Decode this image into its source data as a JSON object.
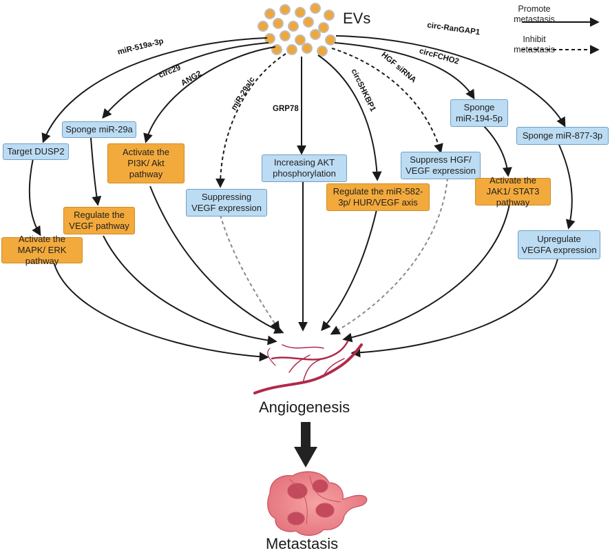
{
  "source_label": "EVs",
  "target_label": "Angiogenesis",
  "outcome_label": "Metastasis",
  "legend": {
    "promote": "Promote metastasis",
    "inhibit": "Inhibit metastasis"
  },
  "colors": {
    "blue_box": "#bcdcf3",
    "orange_box": "#f3aa3c",
    "ev_dot": "#f0a73a",
    "vessel": "#b02a4a",
    "cell": "#e8747c"
  },
  "pathways": [
    {
      "molecule": "miR-519a-3p",
      "steps": [
        "Target DUSP2",
        "Activate the MAPK/ ERK pathway"
      ],
      "effect": "promote"
    },
    {
      "molecule": "circ29",
      "steps": [
        "Sponge miR-29a",
        "Regulate the VEGF pathway"
      ],
      "effect": "promote"
    },
    {
      "molecule": "ANG2",
      "steps": [
        "Activate the PI3K/ Akt pathway"
      ],
      "effect": "promote"
    },
    {
      "molecule": "miR-29a/c",
      "steps": [
        "Suppressing VEGF expression"
      ],
      "effect": "inhibit"
    },
    {
      "molecule": "GRP78",
      "steps": [
        "Increasing AKT phosphorylation"
      ],
      "effect": "promote"
    },
    {
      "molecule": "circSHKBP1",
      "steps": [
        "Regulate the miR-582-3p/ HUR/VEGF axis"
      ],
      "effect": "promote"
    },
    {
      "molecule": "HGF siRNA",
      "steps": [
        "Suppress HGF/ VEGF expression"
      ],
      "effect": "inhibit"
    },
    {
      "molecule": "circFCHO2",
      "steps": [
        "Sponge miR-194-5p",
        "Activate the JAK1/ STAT3 pathway"
      ],
      "effect": "promote"
    },
    {
      "molecule": "circ-RanGAP1",
      "steps": [
        "Sponge miR-877-3p",
        "Upregulate VEGFA expression"
      ],
      "effect": "promote"
    }
  ]
}
